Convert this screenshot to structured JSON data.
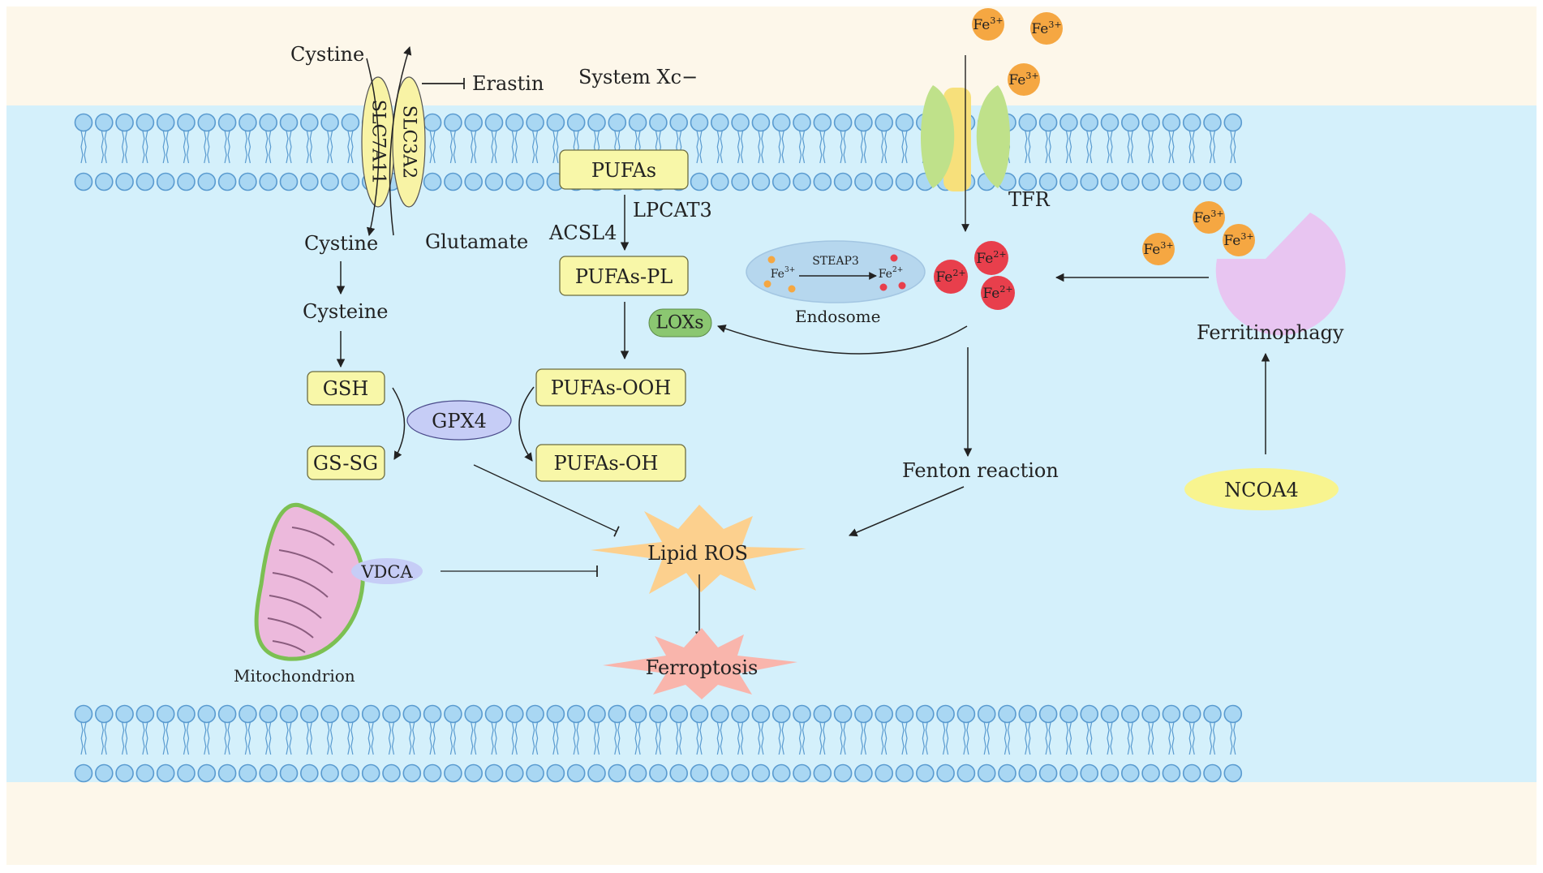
{
  "labels": {
    "cystine_out": "Cystine",
    "erastin": "Erastin",
    "system_xc": "System Xc−",
    "slc7a11": "SLC7A11",
    "slc3a2": "SLC3A2",
    "cystine_in": "Cystine",
    "glutamate": "Glutamate",
    "cysteine": "Cysteine",
    "gsh": "GSH",
    "gssg": "GS-SG",
    "gpx4": "GPX4",
    "pufas": "PUFAs",
    "lpcat3": "LPCAT3",
    "acsl4": "ACSL4",
    "pufas_pl": "PUFAs-PL",
    "lox": "LOXs",
    "pufas_ooh": "PUFAs-OOH",
    "pufas_oh": "PUFAs-OH",
    "lipid_ros": "Lipid ROS",
    "ferroptosis": "Ferroptosis",
    "vdca": "VDCA",
    "mitochondrion": "Mitochondrion",
    "tfr": "TFR",
    "steap3": "STEAP3",
    "endosome": "Endosome",
    "fenton": "Fenton reaction",
    "ferritinophagy": "Ferritinophagy",
    "ncoa4": "NCOA4",
    "fe3": "Fe",
    "fe3_sup": "3+",
    "fe2": "Fe",
    "fe2_sup": "2+"
  },
  "colors": {
    "outer_bg": "#fdf7ea",
    "cell_bg": "#d4f0fb",
    "lipid_head": "#a9d7f3",
    "lipid_stroke": "#5a9bd0",
    "box_fill": "#f8f7a8",
    "box_stroke": "#6c6c40",
    "gpx4": "#c6cdf6",
    "lox": "#8bc771",
    "fe3": "#f5a742",
    "fe2": "#e83f4c",
    "ros_star": "#fcd08e",
    "ferroptosis_star": "#f9b5ac",
    "mito_fill": "#ecb9dc",
    "mito_stroke": "#7cc052",
    "ferritin": "#e8c5f1",
    "ncoa4": "#f8f48f",
    "tfr_green": "#bfe18a",
    "tfr_yellow": "#f7e07b",
    "transporter": "#f8f3a5",
    "endosome": "#b6d7ee"
  }
}
